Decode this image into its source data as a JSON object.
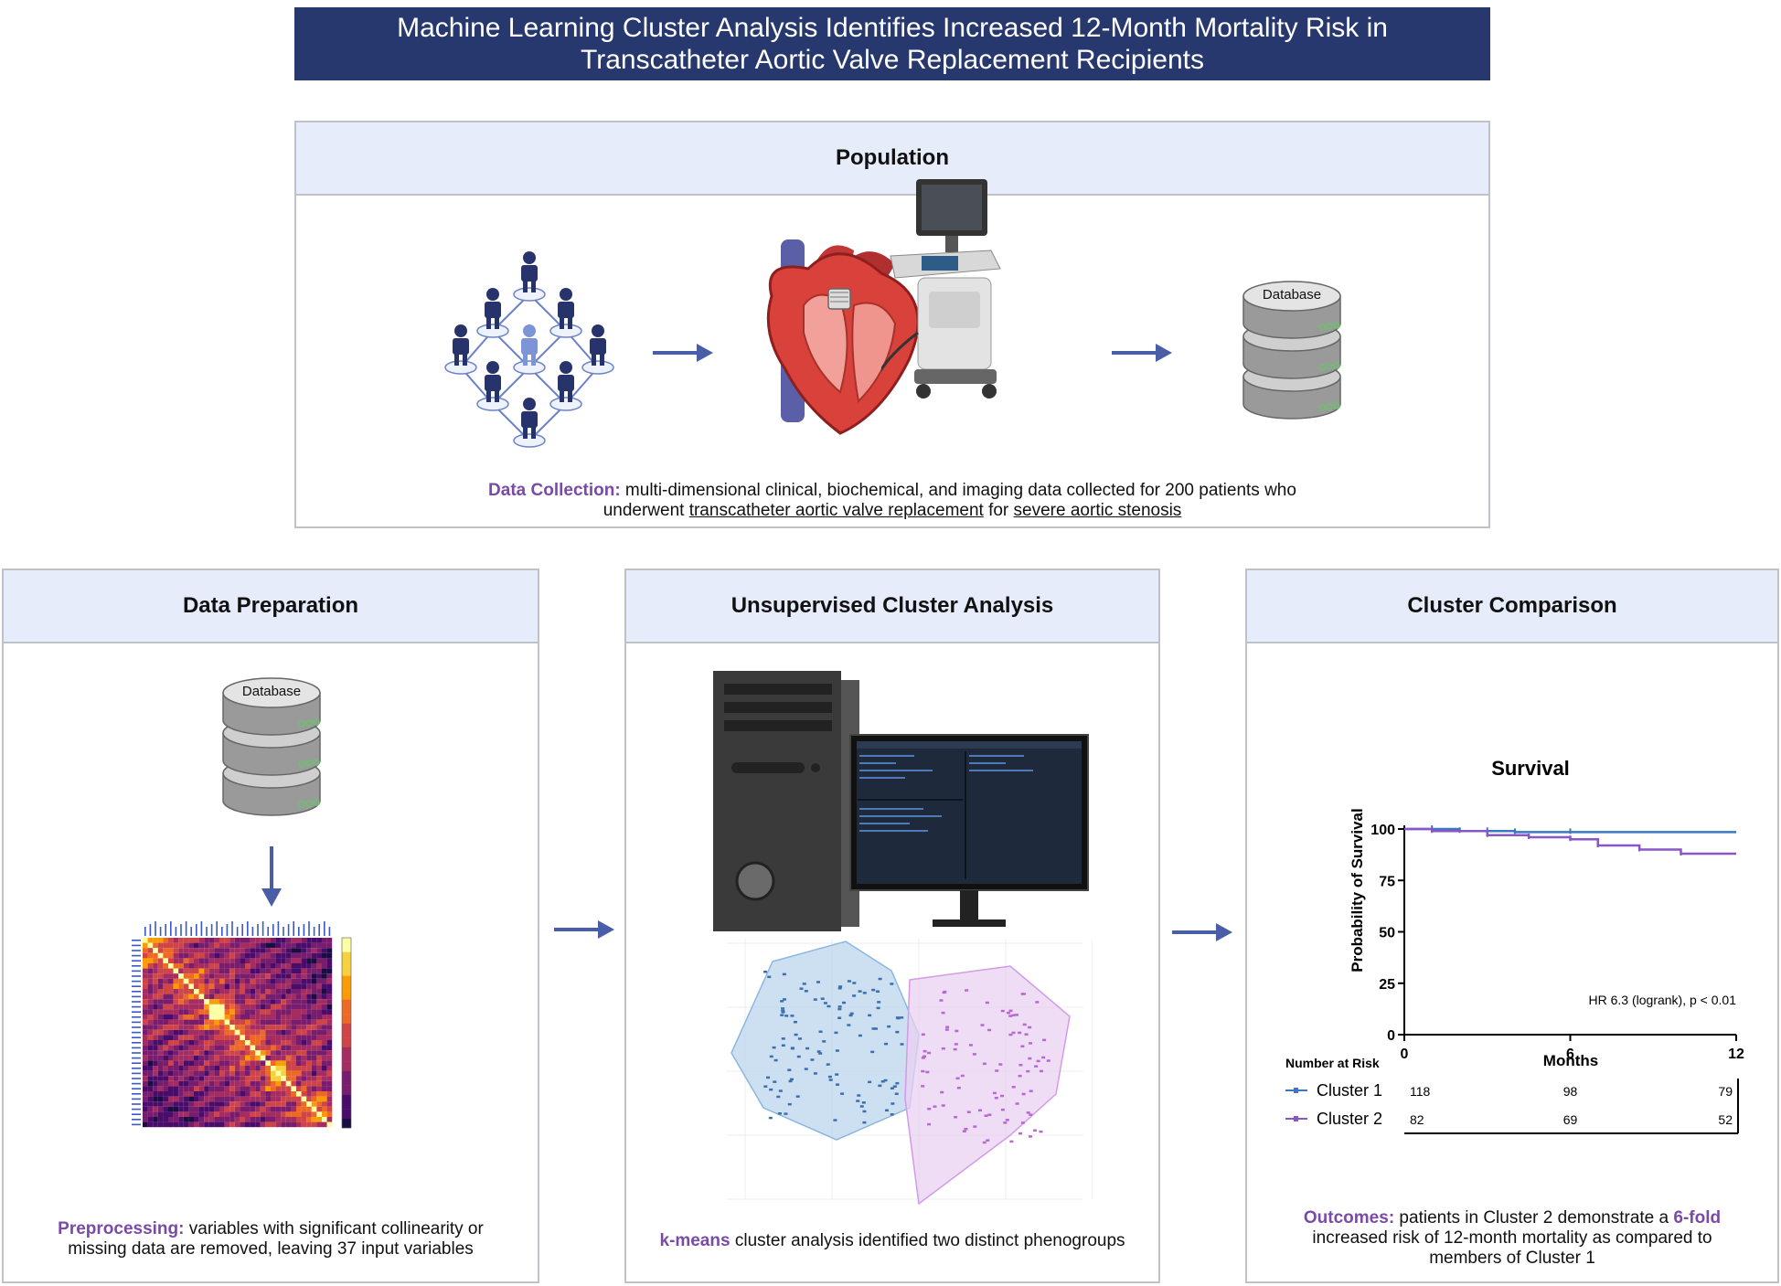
{
  "title": {
    "line1": "Machine Learning Cluster Analysis Identifies Increased 12-Month Mortality Risk in",
    "line2": "Transcatheter Aortic Valve Replacement Recipients"
  },
  "population": {
    "heading": "Population",
    "database_label": "Database",
    "caption_lead": "Data Collection:",
    "caption_text1": " multi-dimensional clinical, biochemical, and imaging data collected for 200 patients who",
    "caption_text2a": "underwent ",
    "caption_link1": "transcatheter aortic valve replacement",
    "caption_text2b": " for ",
    "caption_link2": "severe aortic stenosis"
  },
  "data_prep": {
    "heading": "Data Preparation",
    "database_label": "Database",
    "caption_lead": "Preprocessing:",
    "caption_text1": " variables with significant collinearity or",
    "caption_text2": "missing data are removed, leaving 37 input variables"
  },
  "cluster_analysis": {
    "heading": "Unsupervised Cluster Analysis",
    "caption_lead": "k-means",
    "caption_text": " cluster analysis identified two distinct phenogroups"
  },
  "cluster_comparison": {
    "heading": "Cluster Comparison",
    "caption_lead": "Outcomes:",
    "caption_text1": " patients in Cluster 2 demonstrate a ",
    "caption_emph": "6-fold",
    "caption_text2": "increased risk of 12-month mortality as compared to",
    "caption_text3": "members of Cluster 1"
  },
  "colors": {
    "banner": "#26386e",
    "header_bg": "#e6ecfa",
    "accent_purple": "#7a4aa8",
    "cluster1": "#3b78c4",
    "cluster2": "#8a55c7",
    "arrow": "#4a5ea8"
  },
  "chart_data": {
    "type": "line",
    "title": "Survival",
    "xlabel": "Months",
    "ylabel": "Probability of Survival",
    "xlim": [
      0,
      12
    ],
    "ylim": [
      0,
      100
    ],
    "xticks": [
      0,
      6,
      12
    ],
    "yticks": [
      0,
      25,
      50,
      75,
      100
    ],
    "annotation": "HR 6.3 (logrank), p < 0.01",
    "series": [
      {
        "name": "Cluster 1",
        "x": [
          0,
          1,
          2,
          3,
          4,
          6,
          12
        ],
        "y": [
          100,
          100,
          99,
          99,
          98.5,
          98.5,
          98.5
        ]
      },
      {
        "name": "Cluster 2",
        "x": [
          0,
          1,
          3,
          4.5,
          6,
          7,
          8.5,
          10,
          12
        ],
        "y": [
          100,
          99,
          97,
          96,
          95,
          92,
          90,
          88,
          88
        ]
      }
    ],
    "risk_table": {
      "title": "Number at Risk",
      "rows": [
        {
          "name": "Cluster 1",
          "values": [
            "118",
            "98",
            "79"
          ]
        },
        {
          "name": "Cluster 2",
          "values": [
            "82",
            "69",
            "52"
          ]
        }
      ]
    }
  }
}
